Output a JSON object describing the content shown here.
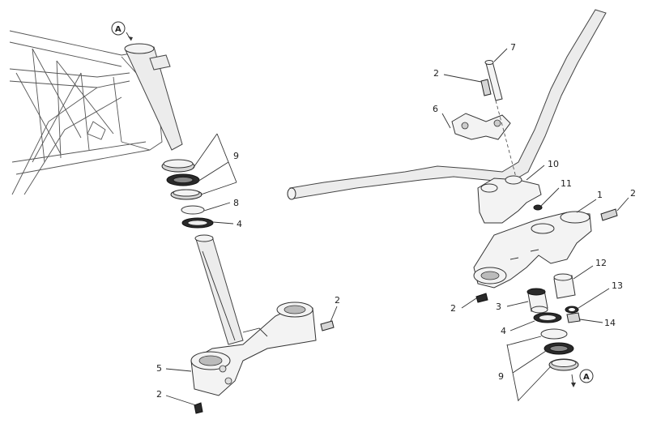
{
  "diagram": {
    "ref_marker": "A",
    "callouts": {
      "left": {
        "bearing_group": "9",
        "seal": "8",
        "washer": "4",
        "bottom_yoke": "5",
        "bolt_right": "2",
        "bolt_bottom": "2"
      },
      "right": {
        "bolt_top": "2",
        "pin": "7",
        "clamp_cap": "6",
        "riser": "10",
        "washer_small": "11",
        "top_yoke": "1",
        "bolt_far_right": "2",
        "spacer": "12",
        "bolt_left": "2",
        "bushing": "3",
        "ring": "13",
        "washer": "4",
        "nut": "14",
        "bearing_group": "9"
      }
    }
  }
}
